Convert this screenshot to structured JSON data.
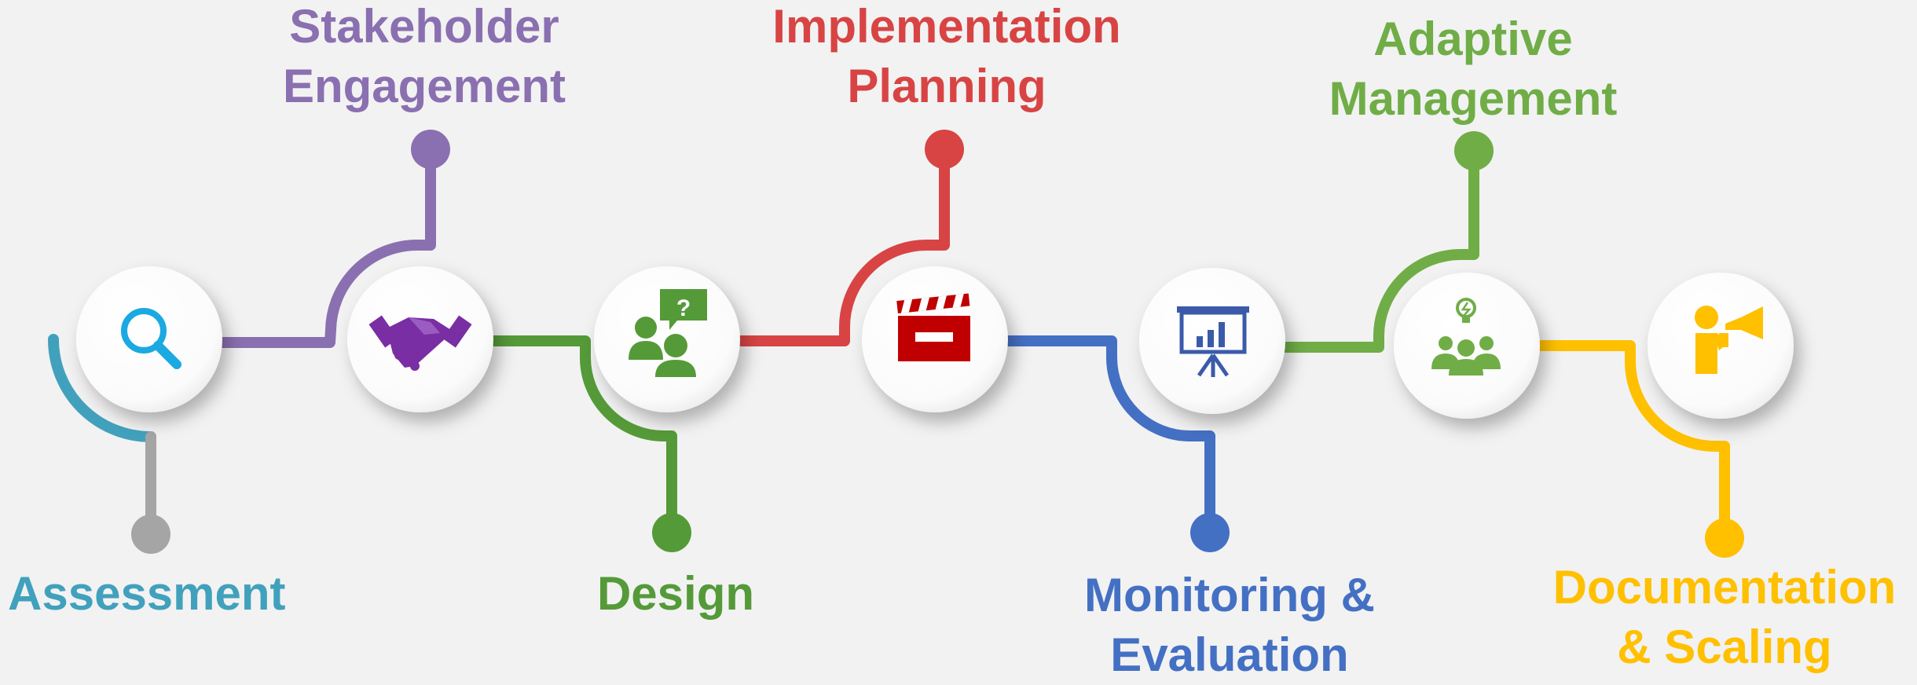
{
  "steps": [
    {
      "name": "Assessment",
      "lines": [
        "Assessment"
      ],
      "color": "#41a1bd",
      "dot_color": "#a5a5a5",
      "icon": "search-icon"
    },
    {
      "name": "Stakeholder Engagement",
      "lines": [
        "Stakeholder",
        "Engagement"
      ],
      "color": "#8a70b0",
      "icon": "handshake-icon"
    },
    {
      "name": "Design",
      "lines": [
        "Design"
      ],
      "color": "#559a39",
      "icon": "discussion-icon"
    },
    {
      "name": "Implementation Planning",
      "lines": [
        "Implementation",
        "Planning"
      ],
      "color": "#d84444",
      "icon": "clapperboard-icon"
    },
    {
      "name": "Monitoring & Evaluation",
      "lines": [
        "Monitoring &",
        "Evaluation"
      ],
      "color": "#4470c4",
      "icon": "presentation-chart-icon"
    },
    {
      "name": "Adaptive Management",
      "lines": [
        "Adaptive",
        "Management"
      ],
      "color": "#70ad47",
      "icon": "team-idea-icon"
    },
    {
      "name": "Documentation & Scaling",
      "lines": [
        "Documentation",
        "& Scaling"
      ],
      "color": "#ffc000",
      "icon": "megaphone-icon"
    }
  ]
}
